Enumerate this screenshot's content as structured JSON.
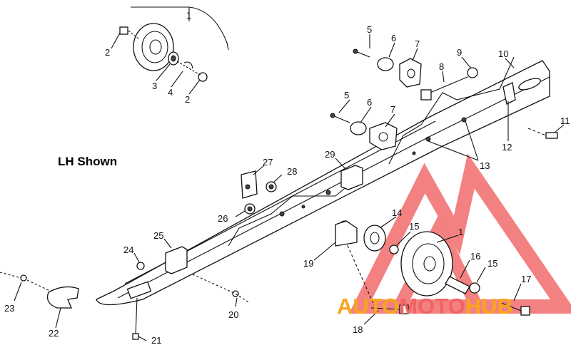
{
  "title": "LH Shown",
  "callouts": [
    {
      "id": "c1a",
      "text": "1"
    },
    {
      "id": "c2a",
      "text": "2"
    },
    {
      "id": "c2b",
      "text": "2"
    },
    {
      "id": "c3",
      "text": "3"
    },
    {
      "id": "c4",
      "text": "4"
    },
    {
      "id": "c5a",
      "text": "5"
    },
    {
      "id": "c6a",
      "text": "6"
    },
    {
      "id": "c7a",
      "text": "7"
    },
    {
      "id": "c8",
      "text": "8"
    },
    {
      "id": "c9",
      "text": "9"
    },
    {
      "id": "c10",
      "text": "10"
    },
    {
      "id": "c11",
      "text": "11"
    },
    {
      "id": "c5b",
      "text": "5"
    },
    {
      "id": "c6b",
      "text": "6"
    },
    {
      "id": "c7b",
      "text": "7"
    },
    {
      "id": "c12",
      "text": "12"
    },
    {
      "id": "c13",
      "text": "13"
    },
    {
      "id": "c27",
      "text": "27"
    },
    {
      "id": "c28",
      "text": "28"
    },
    {
      "id": "c29",
      "text": "29"
    },
    {
      "id": "c26",
      "text": "26"
    },
    {
      "id": "c14",
      "text": "14"
    },
    {
      "id": "c15a",
      "text": "15"
    },
    {
      "id": "c1b",
      "text": "1"
    },
    {
      "id": "c25",
      "text": "25"
    },
    {
      "id": "c19",
      "text": "19"
    },
    {
      "id": "c16",
      "text": "16"
    },
    {
      "id": "c15b",
      "text": "15"
    },
    {
      "id": "c24",
      "text": "24"
    },
    {
      "id": "c17",
      "text": "17"
    },
    {
      "id": "c23",
      "text": "23"
    },
    {
      "id": "c20",
      "text": "20"
    },
    {
      "id": "c18",
      "text": "18"
    },
    {
      "id": "c22",
      "text": "22"
    },
    {
      "id": "c21",
      "text": "21"
    }
  ],
  "watermark": {
    "part1": "AUTO",
    "part2": "MOTO",
    "part3": "HUB",
    "colors": {
      "orange": "#f7a51e",
      "red": "#f06363",
      "logo": "#f26c6c"
    }
  }
}
